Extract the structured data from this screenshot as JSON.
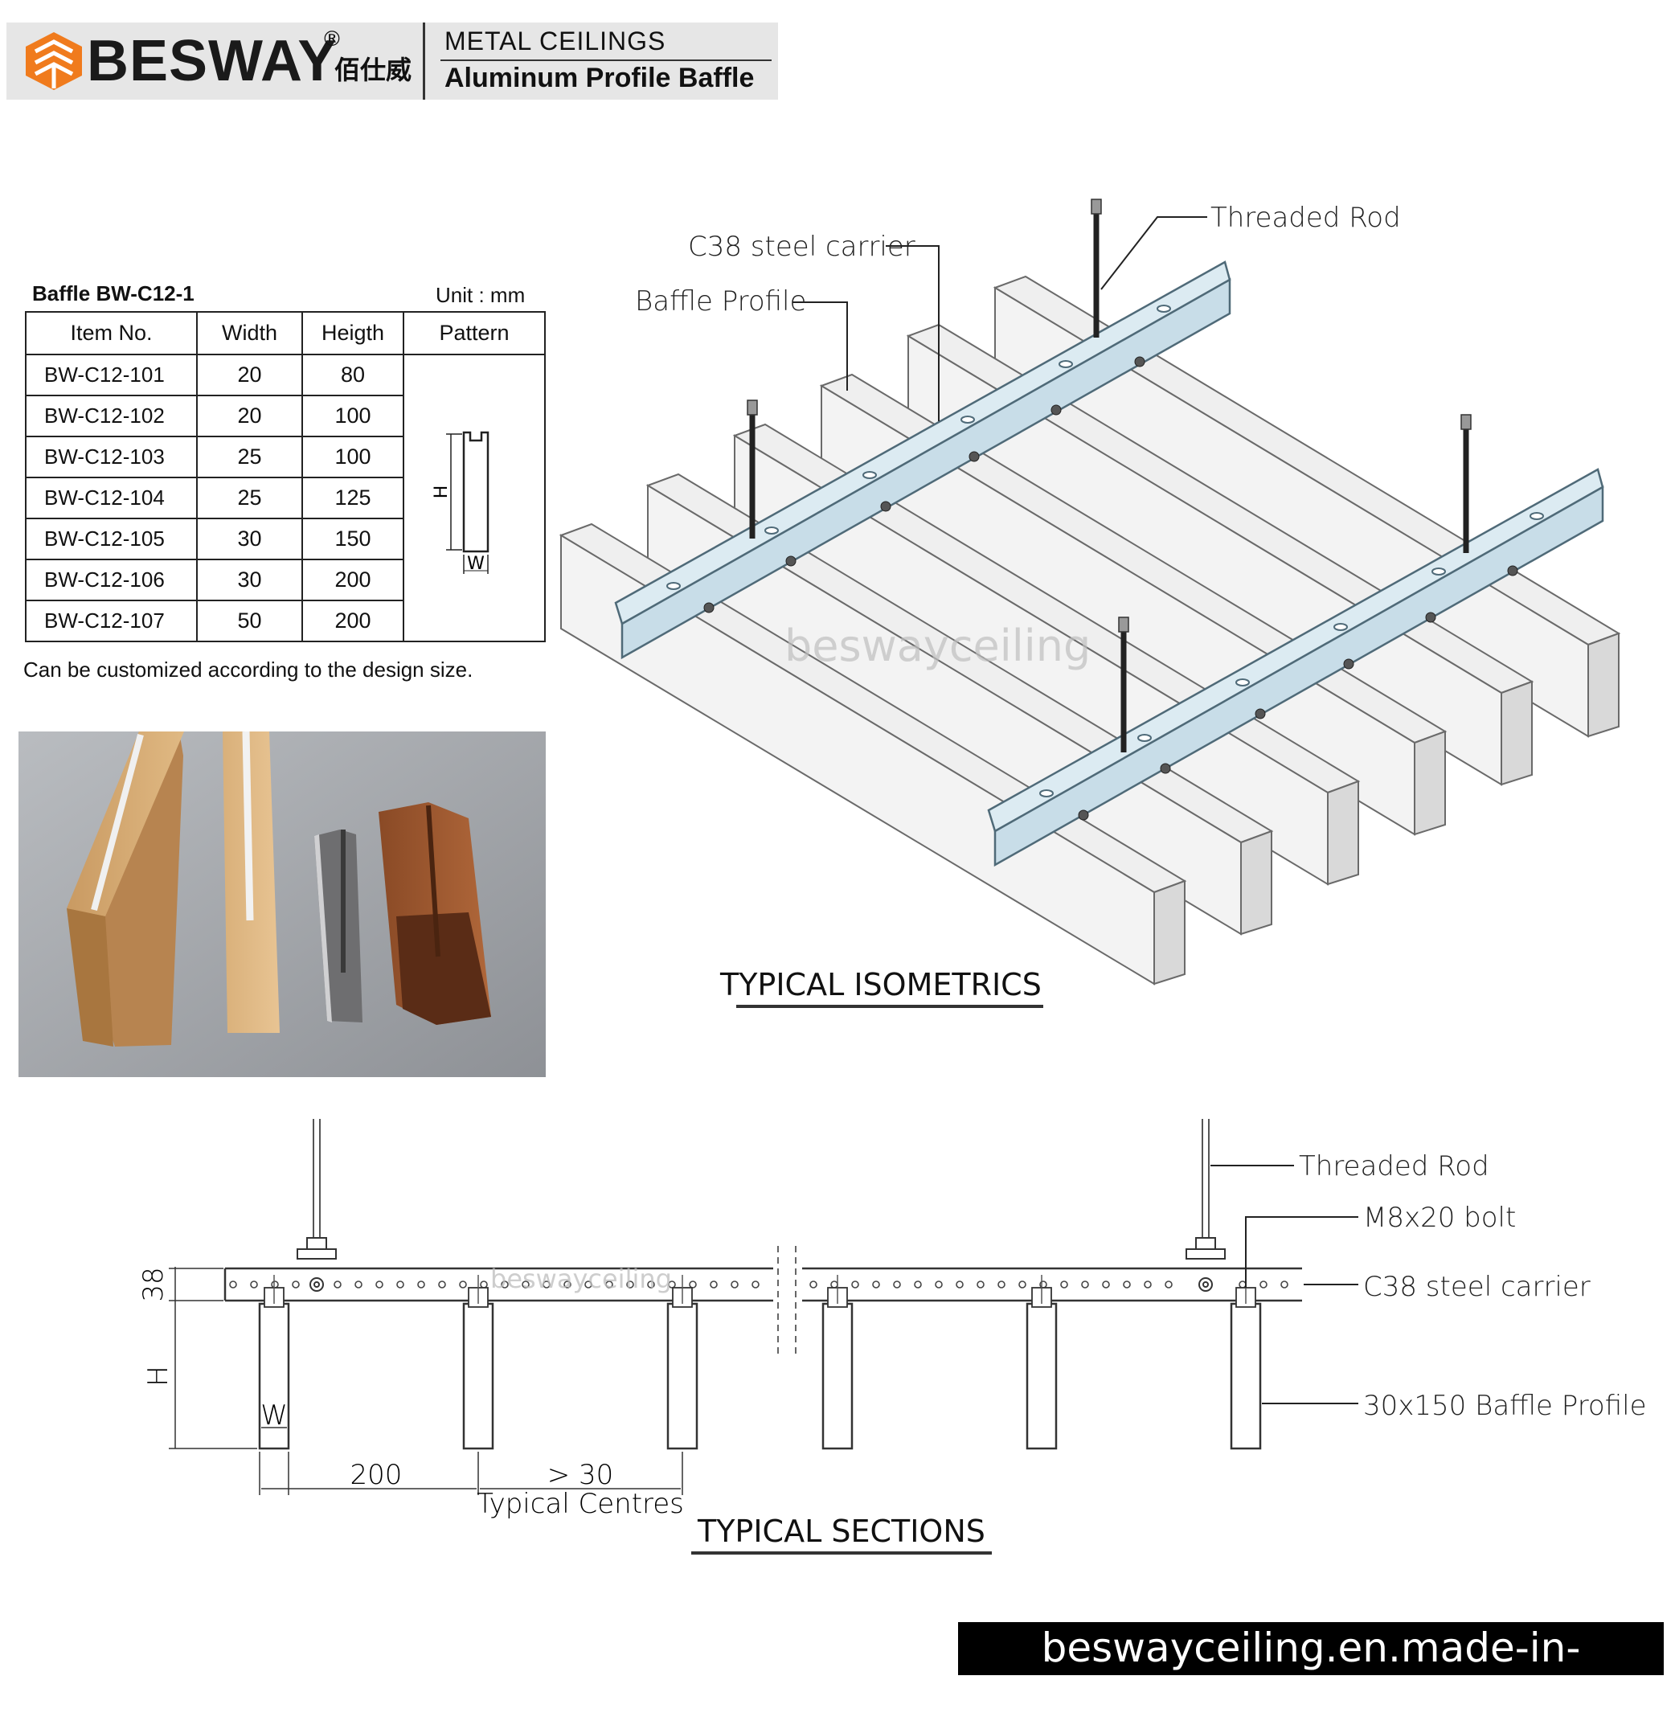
{
  "header": {
    "brand": "BESWAY",
    "registered": "®",
    "brand_cn": "佰仕威",
    "category": "METAL CEILINGS",
    "product": "Aluminum Profile Baffle"
  },
  "table": {
    "caption": "Baffle BW-C12-1",
    "unit": "Unit : mm",
    "columns": [
      "Item No.",
      "Width",
      "Heigth",
      "Pattern"
    ],
    "rows": [
      {
        "item": "BW-C12-101",
        "width": "20",
        "height": "80"
      },
      {
        "item": "BW-C12-102",
        "width": "20",
        "height": "100"
      },
      {
        "item": "BW-C12-103",
        "width": "25",
        "height": "100"
      },
      {
        "item": "BW-C12-104",
        "width": "25",
        "height": "125"
      },
      {
        "item": "BW-C12-105",
        "width": "30",
        "height": "150"
      },
      {
        "item": "BW-C12-106",
        "width": "30",
        "height": "200"
      },
      {
        "item": "BW-C12-107",
        "width": "50",
        "height": "200"
      }
    ],
    "pattern_h": "H",
    "pattern_w": "W",
    "note": "Can be customized according to the design size."
  },
  "isometric": {
    "threaded_rod": "Threaded Rod",
    "carrier": "C38 steel carrier",
    "baffle": "Baffle Profile",
    "watermark": "beswayceiling",
    "heading": "TYPICAL ISOMETRICS"
  },
  "section": {
    "threaded_rod": "Threaded Rod",
    "bolt": "M8x20 bolt",
    "carrier": "C38 steel carrier",
    "baffle": "30x150  Baffle Profile",
    "dim_38": "38",
    "dim_h": "H",
    "dim_w": "W",
    "dim_200": "200",
    "dim_30": "> 30",
    "centres": "Typical Centres",
    "watermark": "beswayceiling",
    "heading": "TYPICAL SECTIONS"
  },
  "footer": {
    "site": "beswayceiling.en.made-in-china.com"
  },
  "colors": {
    "header_bg": "#e6e6e6",
    "logo_orange": "#f07b1d",
    "carrier_blue": "#dcebf2",
    "baffle_grey": "#eeeeee",
    "footer_bg": "#000000"
  }
}
